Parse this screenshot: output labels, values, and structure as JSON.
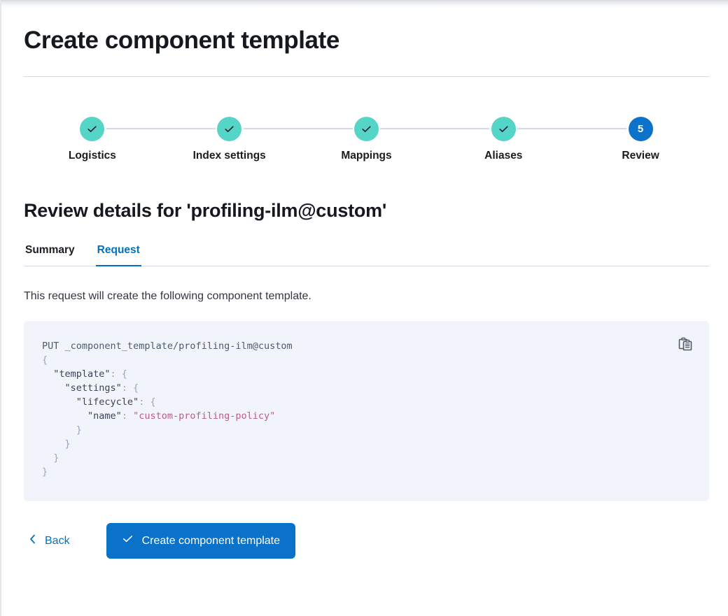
{
  "page": {
    "title": "Create component template"
  },
  "stepper": {
    "steps": [
      {
        "label": "Logistics",
        "number": "1",
        "state": "complete",
        "icon": "check-icon"
      },
      {
        "label": "Index settings",
        "number": "2",
        "state": "complete",
        "icon": "check-icon"
      },
      {
        "label": "Mappings",
        "number": "3",
        "state": "complete",
        "icon": "check-icon"
      },
      {
        "label": "Aliases",
        "number": "4",
        "state": "complete",
        "icon": "check-icon"
      },
      {
        "label": "Review",
        "number": "5",
        "state": "current",
        "icon": ""
      }
    ],
    "complete_color": "#54d5c7",
    "current_color": "#0d73ca",
    "connector_color": "#d3dae6"
  },
  "review": {
    "heading": "Review details for 'profiling-ilm@custom'",
    "tabs": [
      {
        "label": "Summary",
        "active": false
      },
      {
        "label": "Request",
        "active": true
      }
    ],
    "active_tab_color": "#0071c2",
    "description": "This request will create the following component template."
  },
  "request_code": {
    "method": "PUT",
    "path": "_component_template/profiling-ilm@custom",
    "body_lines": [
      "{",
      "  \"template\": {",
      "    \"settings\": {",
      "      \"lifecycle\": {",
      "        \"name\": \"custom-profiling-policy\"",
      "      }",
      "    }",
      "  }",
      "}"
    ],
    "string_value": "custom-profiling-policy",
    "keys": [
      "template",
      "settings",
      "lifecycle",
      "name"
    ],
    "background": "#f1f4fa",
    "string_color": "#bd5d8a",
    "copy_icon": "copy-clipboard-icon"
  },
  "actions": {
    "back_label": "Back",
    "back_icon": "chevron-left-icon",
    "submit_label": "Create component template",
    "submit_icon": "check-icon",
    "submit_color": "#0b72ca"
  }
}
